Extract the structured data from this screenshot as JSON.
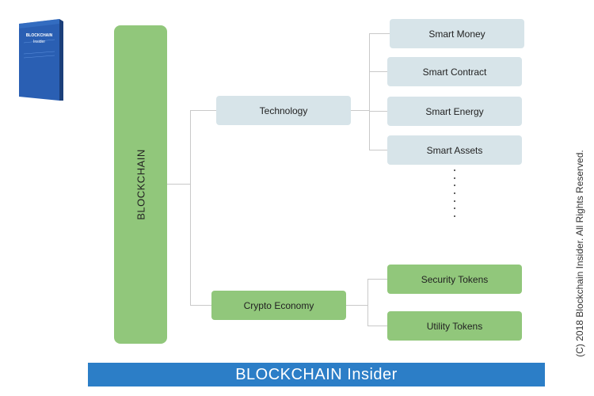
{
  "book": {
    "title_line1": "BLOCKCHAIN",
    "title_line2": "Insider"
  },
  "root": {
    "label": "BLOCKCHAIN"
  },
  "technology": {
    "label": "Technology",
    "children": [
      "Smart Money",
      "Smart Contract",
      "Smart Energy",
      "Smart Assets"
    ]
  },
  "crypto_economy": {
    "label": "Crypto Economy",
    "children": [
      "Security Tokens",
      "Utility Tokens"
    ]
  },
  "footer": {
    "banner": "BLOCKCHAIN Insider",
    "copyright": "(C) 2018 Blockchain Insider. All Rights Reserved."
  },
  "colors": {
    "green": "#91c77b",
    "light_blue": "#d7e4e9",
    "banner_blue": "#2c7ec7"
  }
}
